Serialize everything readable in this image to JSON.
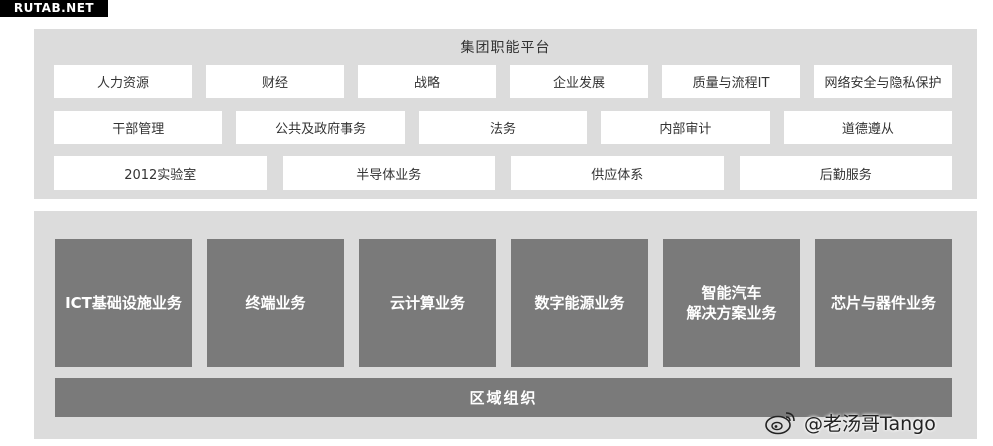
{
  "site_badge": "RUTAB.NET",
  "platform": {
    "title": "集团职能平台",
    "row1": [
      "人力资源",
      "财经",
      "战略",
      "企业发展",
      "质量与流程IT",
      "网络安全与隐私保护"
    ],
    "row2": [
      "干部管理",
      "公共及政府事务",
      "法务",
      "内部审计",
      "道德遵从"
    ],
    "row3": [
      "2012实验室",
      "半导体业务",
      "供应体系",
      "后勤服务"
    ]
  },
  "businesses": [
    {
      "lines": [
        "ICT基础设施业务"
      ]
    },
    {
      "lines": [
        "终端业务"
      ]
    },
    {
      "lines": [
        "云计算业务"
      ]
    },
    {
      "lines": [
        "数字能源业务"
      ]
    },
    {
      "lines": [
        "智能汽车",
        "解决方案业务"
      ]
    },
    {
      "lines": [
        "芯片与器件业务"
      ]
    }
  ],
  "region": "区域组织",
  "watermark": {
    "text": "@老汤哥Tango",
    "icon": "weibo-logo-icon"
  }
}
